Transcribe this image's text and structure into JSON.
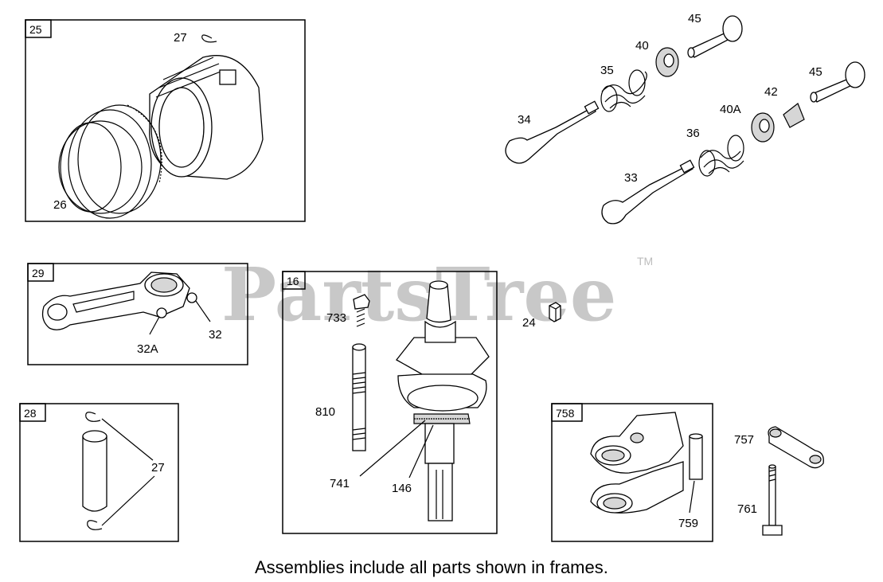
{
  "watermark": {
    "text": "PartsTree",
    "trademark": "TM"
  },
  "caption": "Assemblies include all parts shown in frames.",
  "frames": {
    "piston": "25",
    "connecting_rod": "29",
    "piston_pin": "28",
    "crankshaft": "16",
    "counterweight": "758"
  },
  "labels": {
    "p27_top": "27",
    "p26": "26",
    "p45_a": "45",
    "p40": "40",
    "p35": "35",
    "p34": "34",
    "p45_b": "45",
    "p42": "42",
    "p40a": "40A",
    "p36": "36",
    "p33": "33",
    "p32": "32",
    "p32a": "32A",
    "p27_mid": "27",
    "p733": "733",
    "p810": "810",
    "p741": "741",
    "p146": "146",
    "p24": "24",
    "p757": "757",
    "p761": "761",
    "p759": "759"
  }
}
